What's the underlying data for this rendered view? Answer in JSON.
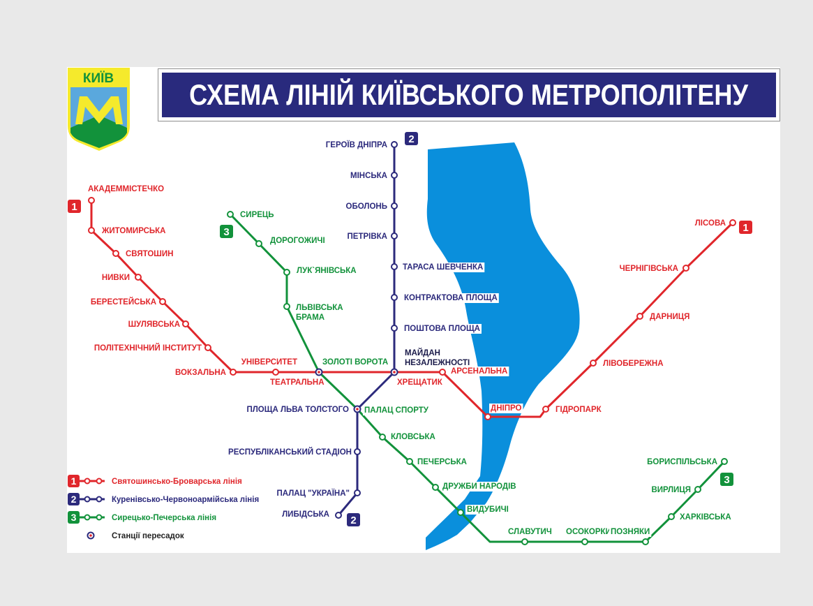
{
  "title": "СХЕМА ЛІНІЙ КИЇВСЬКОГО МЕТРОПОЛІТЕНУ",
  "logo": {
    "text": "КИЇВ",
    "letter": "M"
  },
  "colors": {
    "red": "#e0262b",
    "blue": "#2c2a7c",
    "green": "#12923b",
    "river": "#0a8fdc",
    "title_bg": "#292a7d",
    "logo_yellow": "#f5ea2c",
    "logo_sky": "#5aa8dd"
  },
  "lines": [
    {
      "id": "red",
      "number": "1",
      "name": "Святошинсько-Броварська лінія"
    },
    {
      "id": "blue",
      "number": "2",
      "name": "Куренівсько-Червоноармійська лінія"
    },
    {
      "id": "green",
      "number": "3",
      "name": "Сирецько-Печерська лінія"
    }
  ],
  "legend_transfer": "Станції пересадок",
  "stations": [
    {
      "id": "akademmistechko",
      "line": "red",
      "name": "АКАДЕММІСТЕЧКО"
    },
    {
      "id": "zhytomyrska",
      "line": "red",
      "name": "ЖИТОМИРСЬКА"
    },
    {
      "id": "sviatoshyn",
      "line": "red",
      "name": "СВЯТОШИН"
    },
    {
      "id": "nyvky",
      "line": "red",
      "name": "НИВКИ"
    },
    {
      "id": "beresteiska",
      "line": "red",
      "name": "БЕРЕСТЕЙСЬКА"
    },
    {
      "id": "shuliavska",
      "line": "red",
      "name": "ШУЛЯВСЬКА"
    },
    {
      "id": "politekhnichnyi",
      "line": "red",
      "name": "ПОЛІТЕХНІЧНИЙ ІНСТИТУТ"
    },
    {
      "id": "vokzalna",
      "line": "red",
      "name": "ВОКЗАЛЬНА"
    },
    {
      "id": "universytet",
      "line": "red",
      "name": "УНІВЕРСИТЕТ"
    },
    {
      "id": "teatralna",
      "line": "red",
      "name": "ТЕАТРАЛЬНА"
    },
    {
      "id": "khreshchatyk",
      "line": "red",
      "name": "ХРЕЩАТИК"
    },
    {
      "id": "arsenalna",
      "line": "red",
      "name": "АРСЕНАЛЬНА"
    },
    {
      "id": "dnipro",
      "line": "red",
      "name": "ДНІПРО"
    },
    {
      "id": "hidropark",
      "line": "red",
      "name": "ГІДРОПАРК"
    },
    {
      "id": "livoberezhna",
      "line": "red",
      "name": "ЛІВОБЕРЕЖНА"
    },
    {
      "id": "darnytsia",
      "line": "red",
      "name": "ДАРНИЦЯ"
    },
    {
      "id": "chernihivska",
      "line": "red",
      "name": "ЧЕРНІГІВСЬКА"
    },
    {
      "id": "lisova",
      "line": "red",
      "name": "ЛІСОВА"
    },
    {
      "id": "heroiv-dnipra",
      "line": "blue",
      "name": "ГЕРОЇВ ДНІПРА"
    },
    {
      "id": "minska",
      "line": "blue",
      "name": "МІНСЬКА"
    },
    {
      "id": "obolon",
      "line": "blue",
      "name": "ОБОЛОНЬ"
    },
    {
      "id": "petrivka",
      "line": "blue",
      "name": "ПЕТРІВКА"
    },
    {
      "id": "tarasa-shevchenka",
      "line": "blue",
      "name": "ТАРАСА ШЕВЧЕНКА"
    },
    {
      "id": "kontraktova",
      "line": "blue",
      "name": "КОНТРАКТОВА ПЛОЩА"
    },
    {
      "id": "poshtova",
      "line": "blue",
      "name": "ПОШТОВА ПЛОЩА"
    },
    {
      "id": "maidan",
      "line": "blue",
      "name": "МАЙДАН НЕЗАЛЕЖНОСТІ"
    },
    {
      "id": "ploshcha-lva-tolstoho",
      "line": "blue",
      "name": "ПЛОЩА ЛЬВА ТОЛСТОГО"
    },
    {
      "id": "respublikanskyi",
      "line": "blue",
      "name": "РЕСПУБЛІКАНСЬКИЙ СТАДІОН"
    },
    {
      "id": "palats-ukraina",
      "line": "blue",
      "name": "ПАЛАЦ \"УКРАЇНА\""
    },
    {
      "id": "lybidska",
      "line": "blue",
      "name": "ЛИБІДСЬКА"
    },
    {
      "id": "syrets",
      "line": "green",
      "name": "СИРЕЦЬ"
    },
    {
      "id": "dorohozhychi",
      "line": "green",
      "name": "ДОРОГОЖИЧІ"
    },
    {
      "id": "lukianivska",
      "line": "green",
      "name": "ЛУК`ЯНІВСЬКА"
    },
    {
      "id": "lvivska-brama",
      "line": "green",
      "name": "ЛЬВІВСЬКА БРАМА"
    },
    {
      "id": "zoloti-vorota",
      "line": "green",
      "name": "ЗОЛОТІ ВОРОТА"
    },
    {
      "id": "palats-sportu",
      "line": "green",
      "name": "ПАЛАЦ СПОРТУ"
    },
    {
      "id": "klovska",
      "line": "green",
      "name": "КЛОВСЬКА"
    },
    {
      "id": "pecherska",
      "line": "green",
      "name": "ПЕЧЕРСЬКА"
    },
    {
      "id": "druzhby-narodiv",
      "line": "green",
      "name": "ДРУЖБИ НАРОДІВ"
    },
    {
      "id": "vydubychi",
      "line": "green",
      "name": "ВИДУБИЧІ"
    },
    {
      "id": "slavutych",
      "line": "green",
      "name": "СЛАВУТИЧ"
    },
    {
      "id": "osokorky",
      "line": "green",
      "name": "ОСОКОРКИ"
    },
    {
      "id": "pozniaky",
      "line": "green",
      "name": "ПОЗНЯКИ"
    },
    {
      "id": "kharkivska",
      "line": "green",
      "name": "ХАРКІВСЬКА"
    },
    {
      "id": "vyrlytsia",
      "line": "green",
      "name": "ВИРЛИЦЯ"
    },
    {
      "id": "boryspilska",
      "line": "green",
      "name": "БОРИСПІЛЬСЬКА"
    }
  ]
}
